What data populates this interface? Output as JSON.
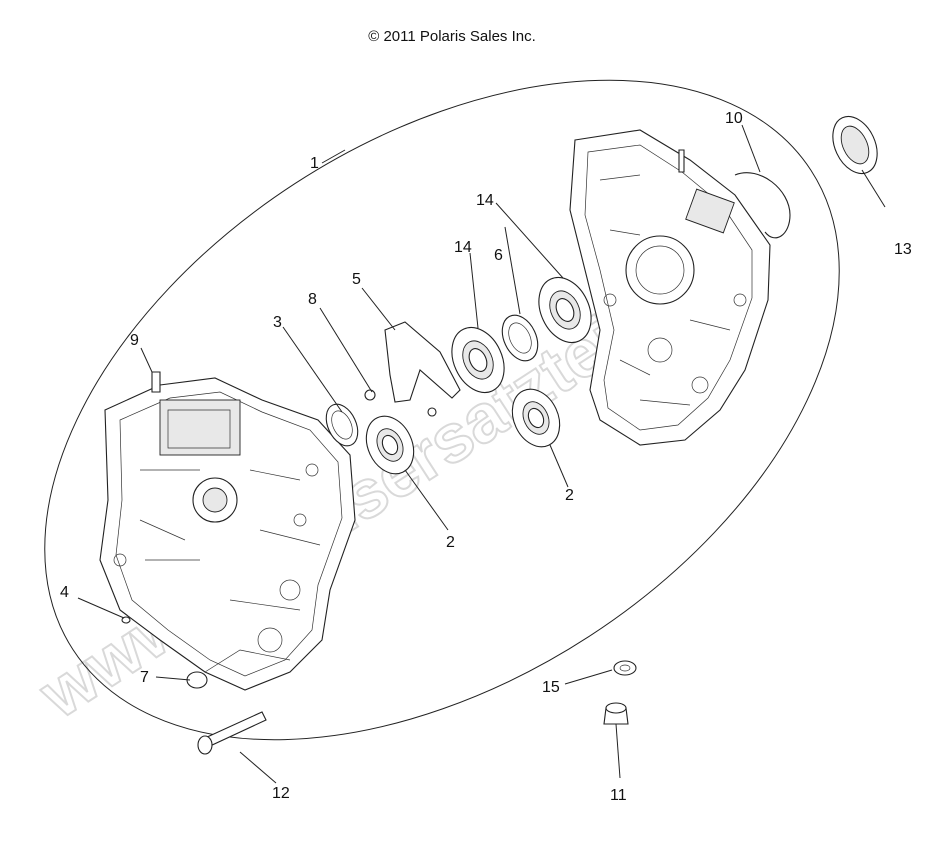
{
  "copyright": "© 2011 Polaris Sales Inc.",
  "watermark": "www.polarisersatzteile.de",
  "callouts": {
    "c1": "1",
    "c2a": "2",
    "c2b": "2",
    "c3": "3",
    "c4": "4",
    "c5": "5",
    "c6": "6",
    "c7": "7",
    "c8": "8",
    "c9": "9",
    "c10": "10",
    "c11": "11",
    "c12": "12",
    "c13": "13",
    "c14a": "14",
    "c14b": "14",
    "c15": "15"
  }
}
